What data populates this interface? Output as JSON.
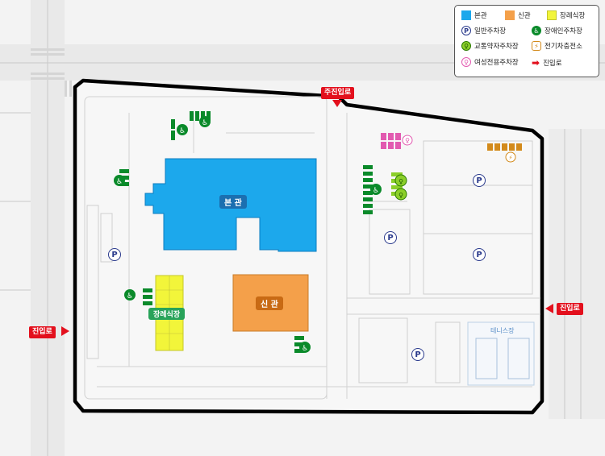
{
  "legend": {
    "building_main": "본관",
    "building_new": "신관",
    "building_funeral": "장례식장",
    "general_parking": "일반주차장",
    "disabled_parking": "장애인주차장",
    "pregnant_parking": "교통약자주차장",
    "ev_charging": "전기차충전소",
    "women_parking": "여성전용주차장",
    "entrance": "진입로"
  },
  "map": {
    "main_label": "본 관",
    "new_label": "신 관",
    "funeral_label": "장례식장",
    "tennis_label": "테니스장",
    "main_entrance": "주진입로",
    "east_entrance": "진입로",
    "west_entrance": "진입로",
    "parking_symbol": "P"
  },
  "colors": {
    "main": "#1ca8ec",
    "new": "#f4a04a",
    "funeral": "#f2f53a",
    "entrance_red": "#e3101d",
    "disabled_green": "#0a8a2a",
    "pregnant_lime": "#8ccf2a",
    "ev_orange": "#d38a1b",
    "women_pink": "#e25ab0",
    "parking_blue": "#2a3a8c"
  }
}
